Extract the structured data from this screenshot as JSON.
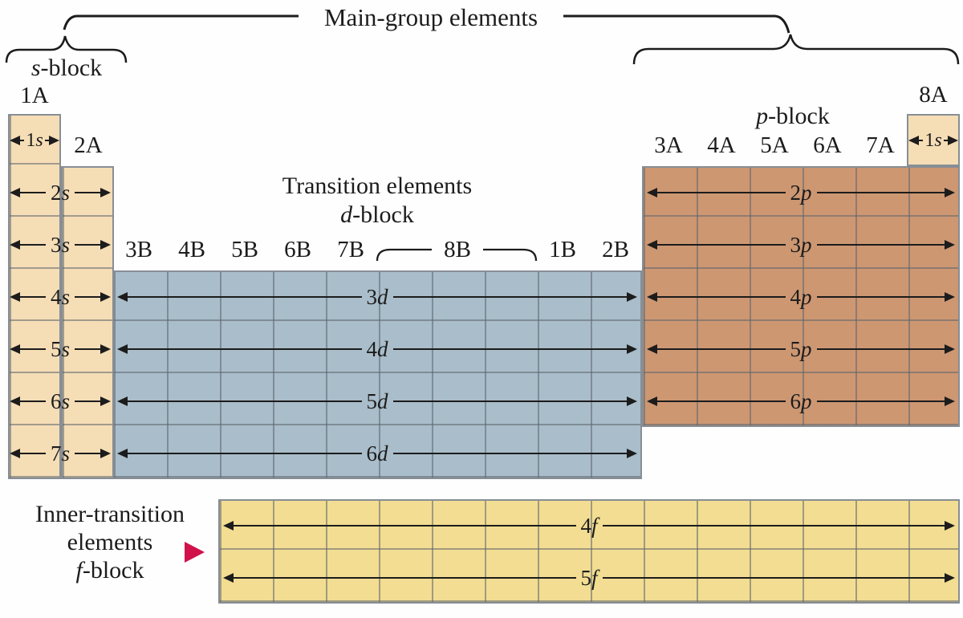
{
  "figure": {
    "main_group_label": "Main-group elements",
    "transition_label_line1": "Transition elements",
    "transition_label_line2": {
      "l": "d",
      "rest": "-block"
    },
    "s_block_label": {
      "l": "s",
      "rest": "-block"
    },
    "p_block_label": {
      "l": "p",
      "rest": "-block"
    },
    "inner_transition": {
      "line1": "Inner-transition",
      "line2": "elements",
      "line3": {
        "l": "f",
        "rest": "-block"
      }
    }
  },
  "group_labels": {
    "s": [
      "1A",
      "2A"
    ],
    "d": [
      "3B",
      "4B",
      "5B",
      "6B",
      "7B",
      "8B",
      "1B",
      "2B"
    ],
    "p": [
      "3A",
      "4A",
      "5A",
      "6A",
      "7A"
    ],
    "noble": "8A"
  },
  "rows": {
    "s": [
      {
        "n": "1",
        "l": "s"
      },
      {
        "n": "2",
        "l": "s"
      },
      {
        "n": "3",
        "l": "s"
      },
      {
        "n": "4",
        "l": "s"
      },
      {
        "n": "5",
        "l": "s"
      },
      {
        "n": "6",
        "l": "s"
      },
      {
        "n": "7",
        "l": "s"
      }
    ],
    "s_right": {
      "n": "1",
      "l": "s"
    },
    "d": [
      {
        "n": "3",
        "l": "d"
      },
      {
        "n": "4",
        "l": "d"
      },
      {
        "n": "5",
        "l": "d"
      },
      {
        "n": "6",
        "l": "d"
      }
    ],
    "p": [
      {
        "n": "2",
        "l": "p"
      },
      {
        "n": "3",
        "l": "p"
      },
      {
        "n": "4",
        "l": "p"
      },
      {
        "n": "5",
        "l": "p"
      },
      {
        "n": "6",
        "l": "p"
      }
    ],
    "f": [
      {
        "n": "4",
        "l": "f"
      },
      {
        "n": "5",
        "l": "f"
      }
    ]
  },
  "colors": {
    "s_block": "#f5ddb6",
    "d_block": "#a9bdca",
    "p_block": "#cd9772",
    "f_block": "#f2dd92",
    "pointer": "#d1114a",
    "line": "#1c1c1c"
  }
}
